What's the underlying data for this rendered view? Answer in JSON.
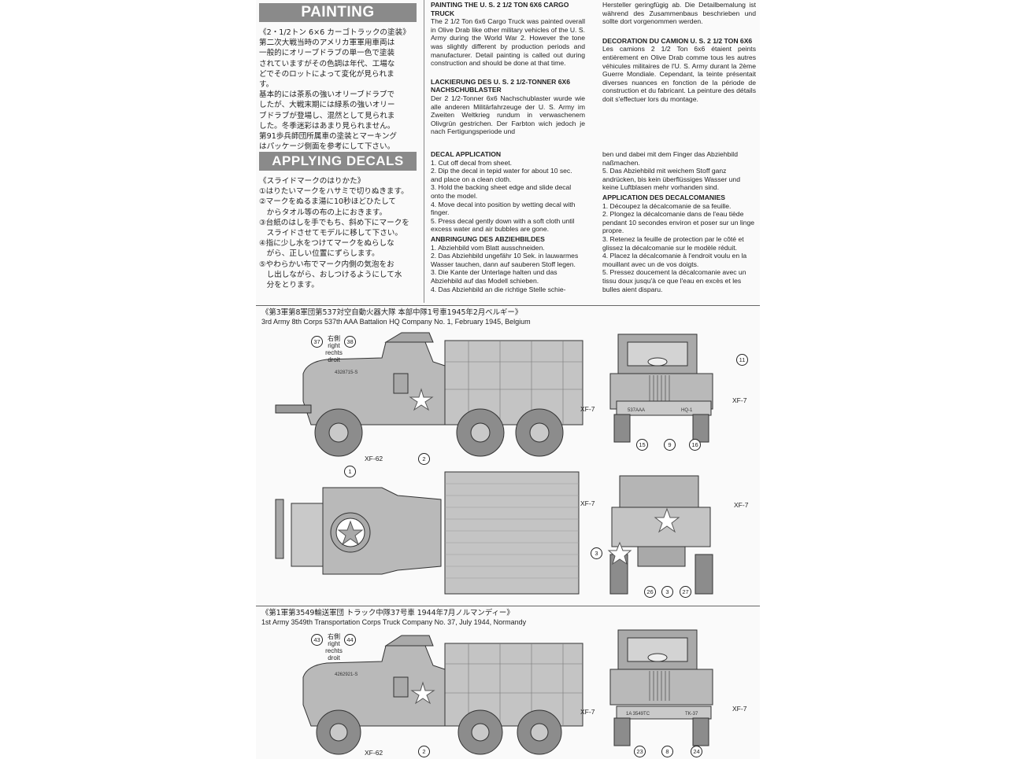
{
  "painting": {
    "banner": "PAINTING",
    "jp_title": "《2・1/2トン 6×6 カーゴトラックの塗装》",
    "jp_lines": [
      "第二次大戦当時のアメリカ軍軍用車両は",
      "一般的にオリーブドラブの単一色で塗装",
      "されていますがその色調は年代、工場な",
      "どでそのロットによって変化が見られま",
      "す。",
      "基本的には茶系の強いオリーブドラブで",
      "したが、大戦末期には緑系の強いオリー",
      "ブドラブが登場し、混然として見られま",
      "した。冬季迷彩はあまり見られません。",
      "第91歩兵師団所属車の塗装とマーキング",
      "はパッケージ側面を参考にして下さい。"
    ],
    "en_title": "PAINTING THE U. S. 2 1/2 TON 6X6 CARGO TRUCK",
    "en_body": "The 2 1/2 Ton 6x6 Cargo Truck was painted overall in Olive Drab like other military vehicles of the U. S. Army during the World War 2. However the tone was slightly different by production periods and manufacturer. Detail painting is called out during construction and should be done at that time.",
    "de_title": "LACKIERUNG DES U. S. 2 1/2-TONNER 6X6 NACHSCHUBLASTER",
    "de_body": "Der 2 1/2-Tonner 6x6 Nachschublaster wurde wie alle anderen Militärfahrzeuge der U. S. Army im Zweiten Weltkrieg rundum in verwaschenem Olivgrün gestrichen. Der Farbton wich jedoch je nach Fertigungsperiode und",
    "de_cont": "Hersteller geringfügig ab. Die Detailbemalung ist während des Zusammenbaus beschrieben und sollte dort vorgenommen werden.",
    "fr_title": "DECORATION DU CAMION U. S. 2 1/2 TON 6X6",
    "fr_body": "Les camions 2 1/2 Ton 6x6 étaient peints entièrement en Olive Drab comme tous les autres véhicules militaires de l'U. S. Army durant la 2ème Guerre Mondiale. Cependant, la teinte présentait diverses nuances en fonction de la période de construction et du fabricant. La peinture des détails doit s'effectuer lors du montage."
  },
  "decals": {
    "banner": "APPLYING DECALS",
    "jp_title": "《スライドマークのはりかた》",
    "jp_lines": [
      "①はりたいマークをハサミで切りぬきます。",
      "②マークをぬるま湯に10秒ほどひたして",
      "　からタオル等の布の上におきます。",
      "③台紙のはしを手でもち、斜め下にマークを",
      "　スライドさせてモデルに移して下さい。",
      "④指に少し水をつけてマークをぬらしな",
      "　がら、正しい位置にずらします。",
      "⑤やわらかい布でマーク内側の気泡をお",
      "　し出しながら、おしつけるようにして水",
      "　分をとります。"
    ],
    "en_title": "DECAL APPLICATION",
    "en_steps": [
      "1. Cut off decal from sheet.",
      "2. Dip the decal in tepid water for about 10 sec. and place on a clean cloth.",
      "3. Hold the backing sheet edge and slide decal onto the model.",
      "4. Move decal into position by wetting decal with finger.",
      "5. Press decal gently down with a soft cloth until excess water and air bubbles are gone."
    ],
    "de_title": "ANBRINGUNG DES ABZIEHBILDES",
    "de_steps": [
      "1. Abziehbild vom Blatt ausschneiden.",
      "2. Das Abziehbild ungefähr 10 Sek. in lauwarmes Wasser tauchen, dann auf sauberen Stoff legen.",
      "3. Die Kante der Unterlage halten und das Abziehbild auf das Modell schieben.",
      "4. Das Abziehbild an die richtige Stelle schie-"
    ],
    "de_cont": [
      "ben und dabei mit dem Finger das Abziehbild naßmachen.",
      "5. Das Abziehbild mit weichem Stoff ganz andrücken, bis kein überflüssiges Wasser und keine Luftblasen mehr vorhanden sind."
    ],
    "fr_title": "APPLICATION DES DECALCOMANIES",
    "fr_steps": [
      "1. Découpez la décalcomanie de sa feuille.",
      "2. Plongez la décalcomanie dans de l'eau tiède pendant 10 secondes environ et poser sur un linge propre.",
      "3. Retenez la feuille de protection par le côté et glissez la décalcomanie sur le modèle réduit.",
      "4. Placez la décalcomanie à l'endroit voulu en la mouillant avec un de vos doigts.",
      "5. Pressez doucement la décalcomanie avec un tissu doux jusqu'à ce que l'eau en excès et les bulles aient disparu."
    ]
  },
  "scheme1": {
    "jp_caption": "《第3軍第8軍団第537対空自動火器大隊 本部中隊1号車1945年2月ベルギー》",
    "en_caption": "3rd Army 8th Corps 537th AAA Battalion HQ Company No. 1, February 1945, Belgium",
    "side_label_jp": "右側",
    "side_label_lines": [
      "right",
      "rechts",
      "droit"
    ],
    "callouts": {
      "c37": "37",
      "c38": "38",
      "c2": "2",
      "c11": "11",
      "c15": "15",
      "c9": "9",
      "c16": "16",
      "c1": "1",
      "c3": "3",
      "c26": "26",
      "c3b": "3",
      "c27": "27"
    },
    "paint": {
      "xf62": "XF-62",
      "xf7": "XF-7"
    },
    "markings": {
      "hood": "4328715-S",
      "bumper_l": "537AAA",
      "bumper_r": "HQ-1"
    }
  },
  "scheme2": {
    "jp_caption": "《第1軍第3549輸送軍団 トラック中隊37号車 1944年7月ノルマンディー》",
    "en_caption": "1st Army 3549th Transportation Corps Truck Company No. 37, July 1944, Normandy",
    "side_label_jp": "右側",
    "side_label_lines": [
      "right",
      "rechts",
      "droit"
    ],
    "callouts": {
      "c43": "43",
      "c44": "44",
      "c2": "2",
      "c23": "23",
      "c8": "8",
      "c24": "24"
    },
    "paint": {
      "xf62": "XF-62",
      "xf7": "XF-7"
    },
    "markings": {
      "hood": "4262921-S",
      "bumper_l": "1A 3549TC",
      "bumper_r": "TK-37"
    }
  }
}
